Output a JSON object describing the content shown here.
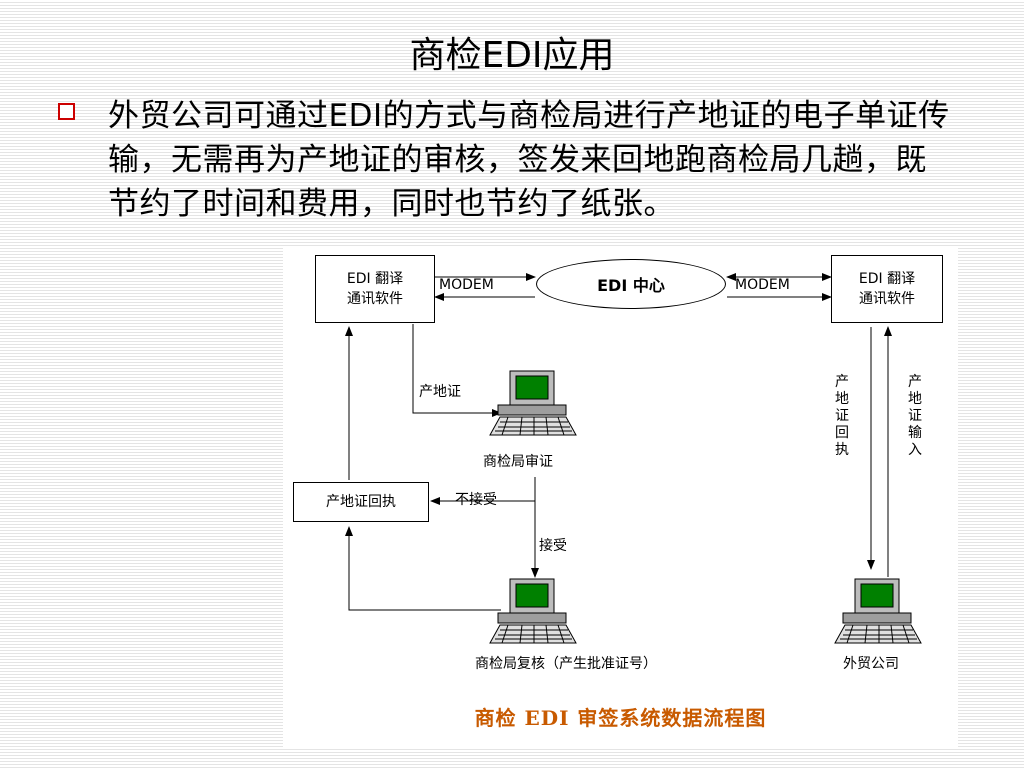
{
  "slide": {
    "title": "商检EDI应用",
    "bullet": "外贸公司可通过EDI的方式与商检局进行产地证的电子单证传输，无需再为产地证的审核，签发来回地跑商检局几趟，既节约了时间和费用，同时也节约了纸张。"
  },
  "diagram": {
    "left_software": "EDI 翻译\n通讯软件",
    "right_software": "EDI 翻译\n通讯软件",
    "modem_left": "MODEM",
    "modem_right": "MODEM",
    "hub": "EDI 中心",
    "cert_label": "产地证",
    "review_station": "商检局审证",
    "reject_label": "不接受",
    "receipt_box": "产地证回执",
    "accept_label": "接受",
    "recheck_station": "商检局复核（产生批准证号）",
    "receipt_vertical": "产地证回执",
    "input_vertical": "产地证输入",
    "trade_company": "外贸公司",
    "caption": "商检 EDI 审签系统数据流程图"
  },
  "colors": {
    "bullet_border": "#cc0000",
    "caption": "#c85a00",
    "screen": "#008000"
  },
  "icons": [
    "square-bullet-icon",
    "computer-terminal-icon"
  ]
}
